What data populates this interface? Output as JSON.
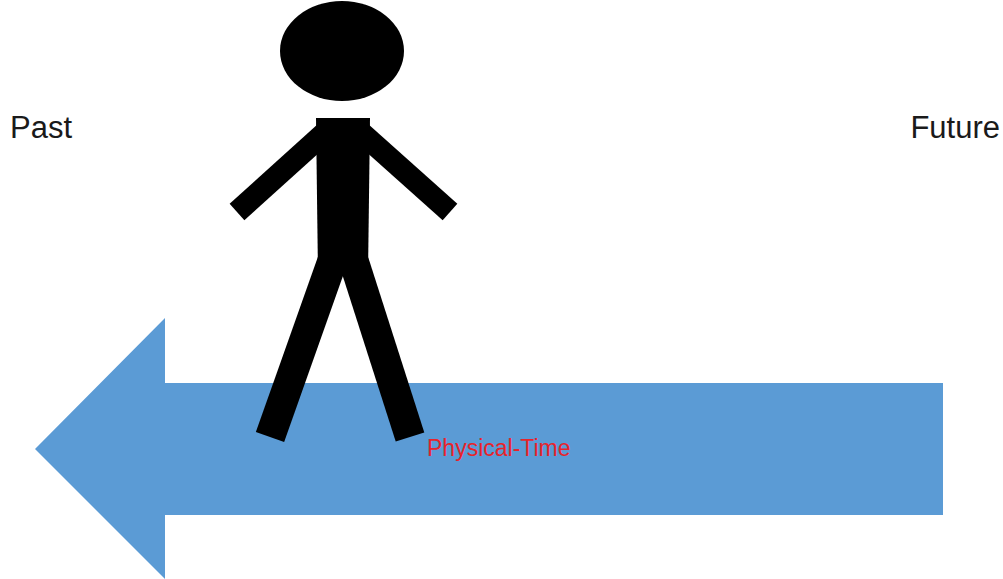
{
  "diagram": {
    "nodes": [
      {
        "text": [
          "Physical-Time"
        ]
      }
    ],
    "labels": [
      "Past",
      "Future"
    ]
  }
}
